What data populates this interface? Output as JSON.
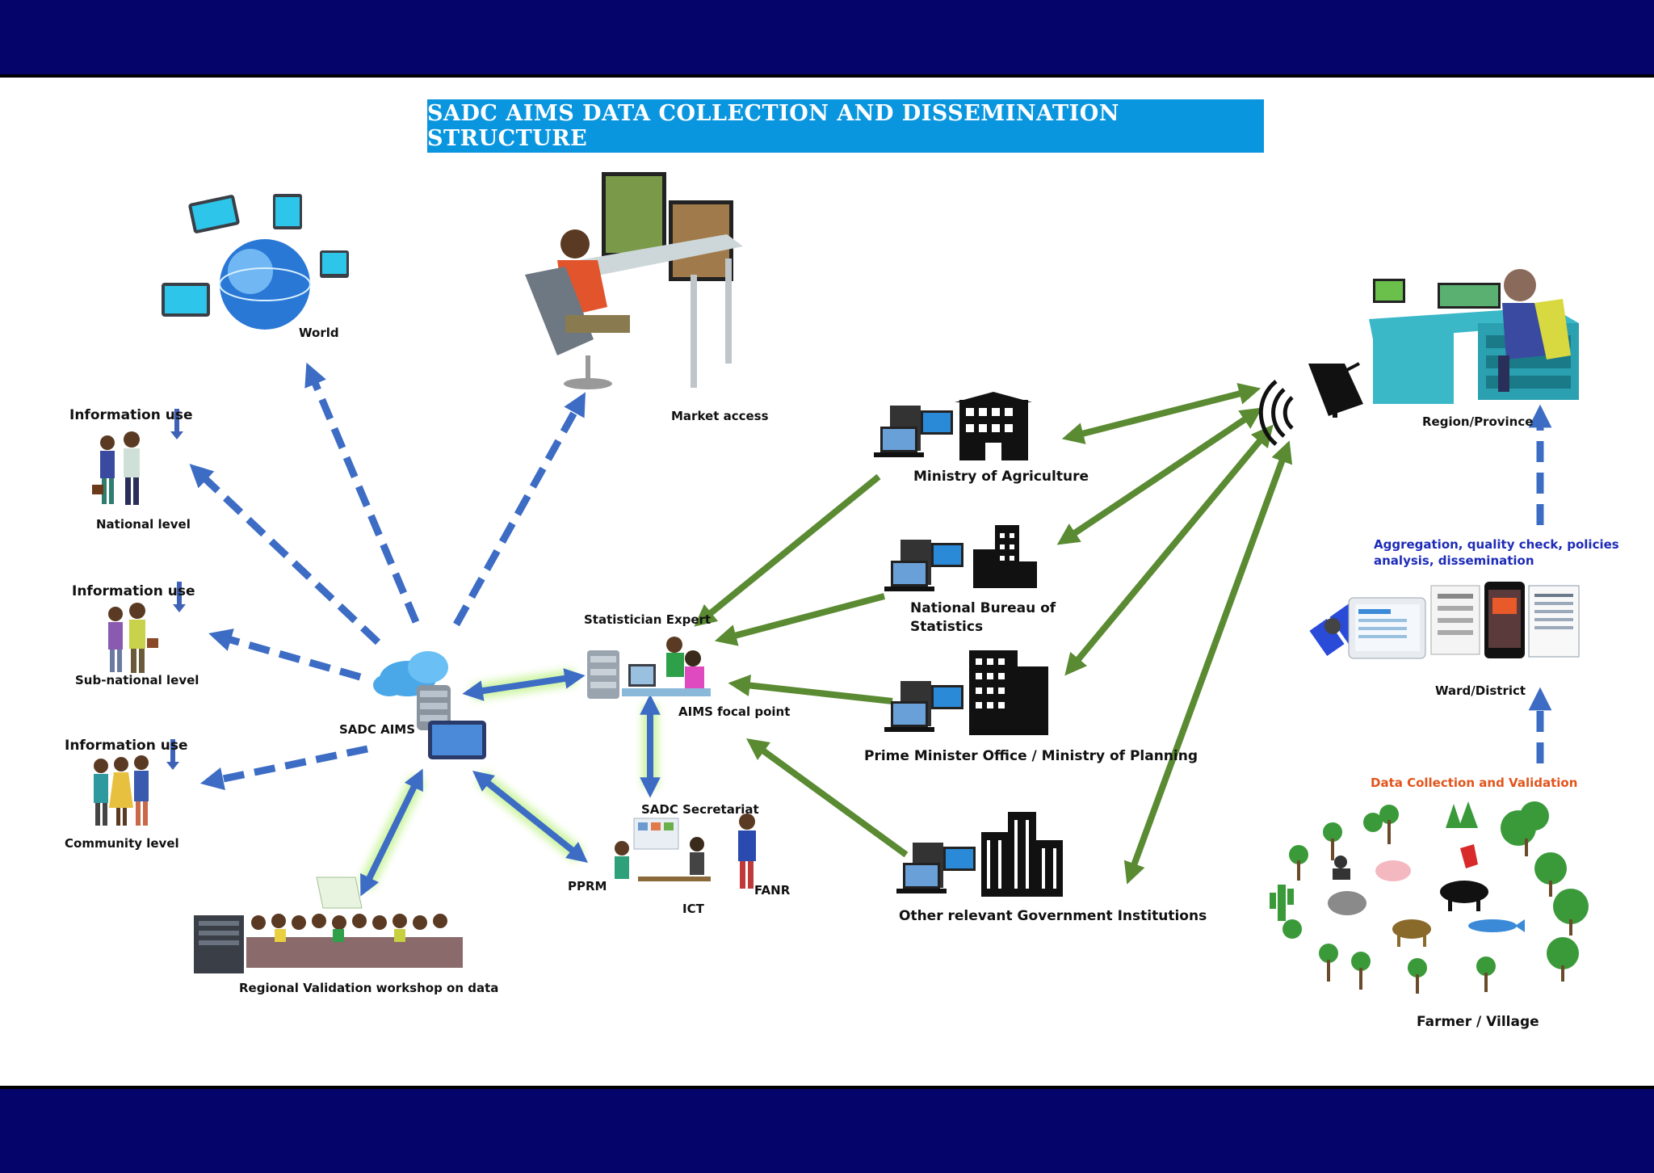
{
  "title": "SADC AIMS DATA COLLECTION AND DISSEMINATION STRUCTURE",
  "nodes": {
    "world": "World",
    "market_access": "Market access",
    "national_info": "Information use",
    "national_level": "National level",
    "subnational_info": "Information use",
    "subnational_level": "Sub-national level",
    "community_info": "Information use",
    "community_level": "Community level",
    "sadc_aims": "SADC AIMS",
    "statistician_expert": "Statistician Expert",
    "aims_focal_point": "AIMS focal point",
    "sadc_secretariat": "SADC Secretariat",
    "pprm": "PPRM",
    "ict": "ICT",
    "fanr": "FANR",
    "regional_validation": "Regional Validation workshop on data",
    "ministry_agriculture": "Ministry of Agriculture",
    "national_bureau_line1": "National Bureau of",
    "national_bureau_line2": "Statistics",
    "prime_minister": "Prime Minister Office / Ministry of Planning",
    "other_gov": "Other relevant Government Institutions",
    "region_province": "Region/Province",
    "aggregation_line1": "Aggregation, quality check, policies",
    "aggregation_line2": "analysis, dissemination",
    "ward_district": "Ward/District",
    "data_collection": "Data Collection  and Validation",
    "farmer_village": "Farmer / Village"
  },
  "colors": {
    "band": "#04046a",
    "title_bg": "#0a96df",
    "blue_arrow": "#3d6cc4",
    "green_arrow": "#5a8a32",
    "aggregation_text": "#1d2bb8",
    "collection_text": "#e2541b"
  },
  "icons": {
    "world": "globe-with-devices-icon",
    "market": "person-at-monitors-icon",
    "sadc_aims": "cloud-database-icon",
    "focal_point": "server-with-team-icon",
    "ministries": "laptop-and-building-icon",
    "satellite": "satellite-dish-icon",
    "region": "desk-worker-icon",
    "ward": "satellite-tablet-phone-icon",
    "farmer": "trees-and-livestock-icon"
  }
}
